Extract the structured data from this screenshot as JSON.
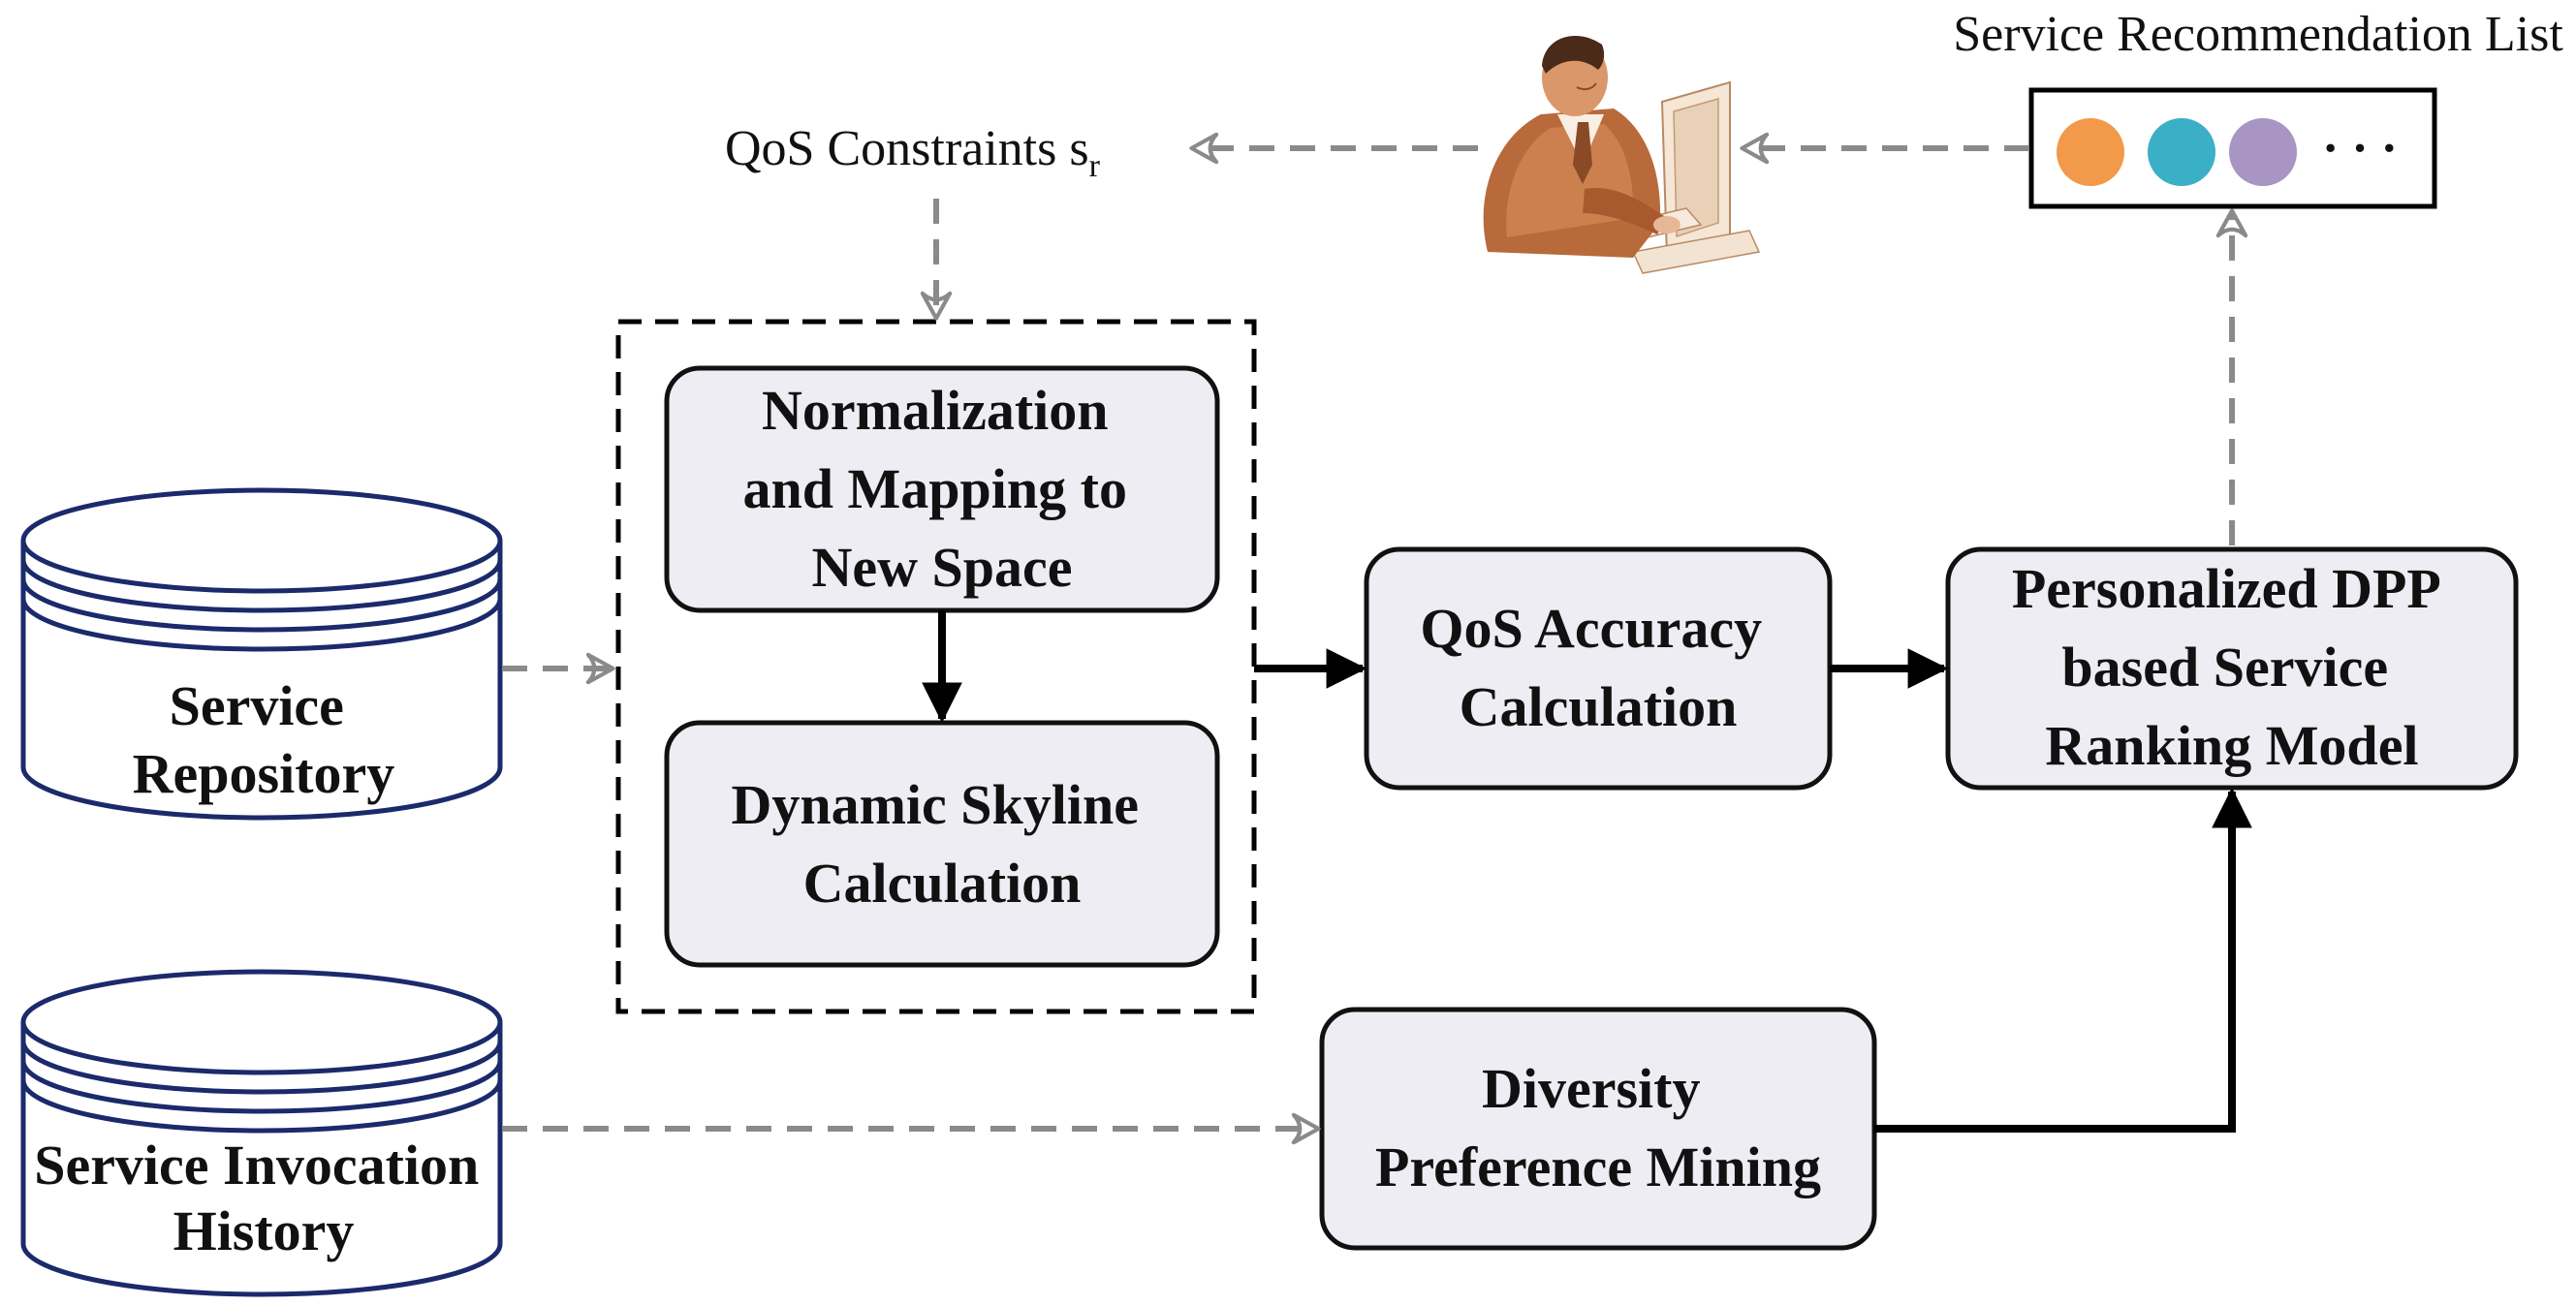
{
  "diagram": {
    "title_list": "Service Recommendation List",
    "qos_constraints": {
      "text": "QoS Constraints s",
      "subscript": "r"
    },
    "ellipsis": "· · ·",
    "list_dot_colors": [
      "#F2994A",
      "#3AAFC6",
      "#A895C4"
    ],
    "nodes": {
      "normalization": [
        "Normalization",
        "and Mapping to",
        "New Space"
      ],
      "skyline": [
        "Dynamic Skyline",
        "Calculation"
      ],
      "qos_accuracy": [
        "QoS Accuracy",
        "Calculation"
      ],
      "ranking_model": [
        "Personalized DPP",
        "based Service",
        "Ranking Model"
      ],
      "diversity": [
        "Diversity",
        "Preference Mining"
      ],
      "service_repository": [
        "Service",
        "Repository"
      ],
      "invocation_history": [
        "Service Invocation",
        "History"
      ]
    },
    "colors": {
      "box_fill": "#EEEDF3",
      "box_stroke": "#111111",
      "db_stroke": "#1B2A6B",
      "dashed_arrow": "#8A8A8A",
      "solid_arrow": "#000000"
    }
  }
}
